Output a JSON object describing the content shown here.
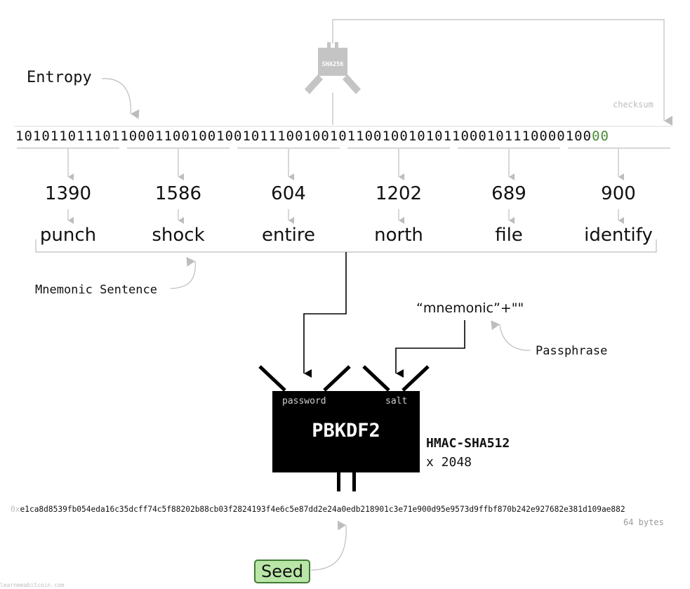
{
  "labels": {
    "entropy": "Entropy",
    "checksum": "checksum",
    "mnemonic_sentence": "Mnemonic Sentence",
    "passphrase": "Passphrase",
    "salt_string": "“mnemonic”+\"\"",
    "sha256": "SHA256",
    "pbkdf2": "PBKDF2",
    "password_port": "password",
    "salt_port": "salt",
    "hmac": "HMAC-SHA512",
    "iterations": "x 2048",
    "seed_prefix": "0x",
    "seed_hex": "e1ca8d8539fb054eda16c35dcff74c5f88202b88cb03f2824193f4e6c5e87dd2e24a0edb218901c3e71e900d95e9573d9ffbf870b242e927682e381d109ae882",
    "seed_size": "64 bytes",
    "seed": "Seed",
    "watermark": "learnmeabitcoin.com"
  },
  "groups": [
    {
      "bits": "10101101110",
      "index": "1390",
      "word": "punch"
    },
    {
      "bits": "11000110010",
      "index": "1586",
      "word": "shock"
    },
    {
      "bits": "01001011100",
      "index": "604",
      "word": "entire"
    },
    {
      "bits": "10010110010",
      "index": "1202",
      "word": "north"
    },
    {
      "bits": "01010110001",
      "index": "689",
      "word": "file"
    },
    {
      "bits": "01110000100",
      "index": "900",
      "word": "identify"
    }
  ],
  "checksum_bits": "00",
  "colors": {
    "checksum": "#4a8a33",
    "gray": "#bdbdbd",
    "box": "#000000",
    "seed_fill": "#b9e6a7",
    "seed_border": "#3f7a34"
  }
}
